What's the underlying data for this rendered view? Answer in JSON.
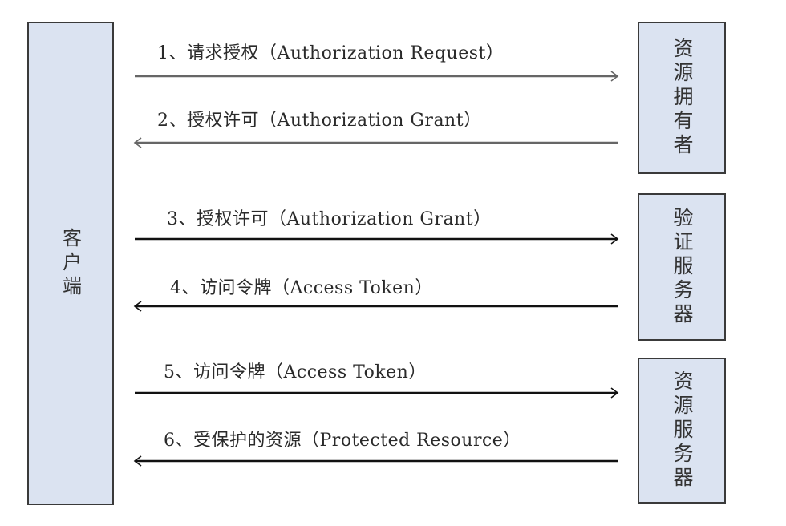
{
  "actors": {
    "client": "客户端",
    "resource_owner": "资源拥有者",
    "auth_server": "验证服务器",
    "resource_server": "资源服务器"
  },
  "messages": [
    {
      "label": "1、请求授权（Authorization Request）",
      "direction": "right"
    },
    {
      "label": "2、授权许可（Authorization Grant）",
      "direction": "left"
    },
    {
      "label": "3、授权许可（Authorization Grant）",
      "direction": "right"
    },
    {
      "label": "4、访问令牌（Access Token）",
      "direction": "left"
    },
    {
      "label": "5、访问令牌（Access Token）",
      "direction": "right"
    },
    {
      "label": "6、受保护的资源（Protected Resource）",
      "direction": "left"
    }
  ],
  "colors": {
    "box_fill": "#dbe3f1",
    "box_border": "#3a3a3a",
    "arrow_dark": "#111111",
    "arrow_gray": "#666666"
  }
}
